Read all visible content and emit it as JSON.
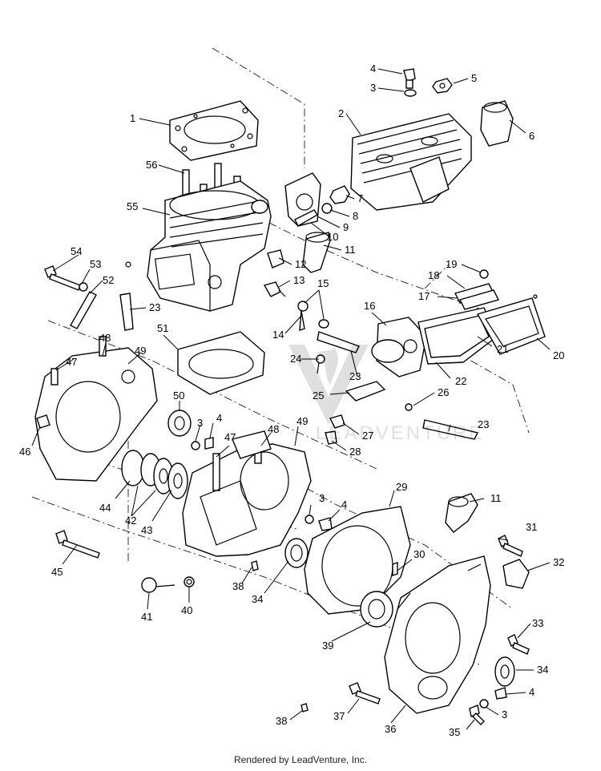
{
  "footer": "Rendered by LeadVenture, Inc.",
  "watermark": "LEADVENTURE",
  "callouts": [
    "1",
    "2",
    "3",
    "4",
    "5",
    "6",
    "7",
    "8",
    "9",
    "10",
    "11",
    "12",
    "13",
    "14",
    "15",
    "16",
    "17",
    "18",
    "19",
    "20",
    "21",
    "22",
    "23",
    "24",
    "25",
    "26",
    "27",
    "28",
    "29",
    "30",
    "31",
    "32",
    "33",
    "34",
    "35",
    "36",
    "37",
    "38",
    "39",
    "40",
    "41",
    "42",
    "43",
    "44",
    "45",
    "46",
    "47",
    "48",
    "49",
    "50",
    "51",
    "52",
    "53",
    "54",
    "55",
    "56"
  ],
  "labels": {
    "n1": "1",
    "n2": "2",
    "n3a": "3",
    "n4a": "4",
    "n5": "5",
    "n6": "6",
    "n7": "7",
    "n8": "8",
    "n9": "9",
    "n10": "10",
    "n11a": "11",
    "n12": "12",
    "n13": "13",
    "n14": "14",
    "n15": "15",
    "n16": "16",
    "n17": "17",
    "n18": "18",
    "n19": "19",
    "n20": "20",
    "n21": "21",
    "n22": "22",
    "n23a": "23",
    "n23b": "23",
    "n23c": "23",
    "n24": "24",
    "n25": "25",
    "n26": "26",
    "n27": "27",
    "n28": "28",
    "n29": "29",
    "n30": "30",
    "n31": "31",
    "n32": "32",
    "n33": "33",
    "n34a": "34",
    "n34b": "34",
    "n35": "35",
    "n36": "36",
    "n37": "37",
    "n38a": "38",
    "n38b": "38",
    "n39": "39",
    "n40": "40",
    "n41": "41",
    "n42": "42",
    "n43": "43",
    "n44": "44",
    "n45": "45",
    "n46": "46",
    "n47a": "47",
    "n47b": "47",
    "n48a": "48",
    "n48b": "48",
    "n49a": "49",
    "n49b": "49",
    "n50": "50",
    "n51": "51",
    "n52": "52",
    "n53": "53",
    "n54": "54",
    "n55": "55",
    "n56": "56",
    "n3b": "3",
    "n4b": "4",
    "n3c": "3",
    "n4c": "4",
    "n11b": "11",
    "n3d": "3",
    "n4d": "4"
  }
}
